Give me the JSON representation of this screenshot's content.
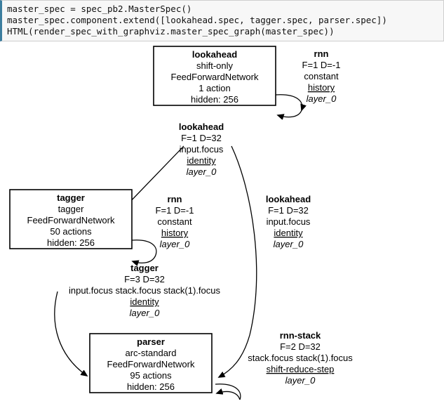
{
  "code_cell": {
    "lines": [
      "master_spec = spec_pb2.MasterSpec()",
      "master_spec.component.extend([lookahead.spec, tagger.spec, parser.spec])",
      "HTML(render_spec_with_graphviz.master_spec_graph(master_spec))"
    ],
    "accent_color": "#3c7d9e",
    "background_color": "#f7f7f7"
  },
  "graph": {
    "nodes": [
      {
        "id": "lookahead",
        "title": "lookahead",
        "lines": [
          "shift-only",
          "FeedForwardNetwork",
          "1 action",
          "hidden: 256"
        ]
      },
      {
        "id": "tagger",
        "title": "tagger",
        "lines": [
          "tagger",
          "FeedForwardNetwork",
          "50 actions",
          "hidden: 256"
        ]
      },
      {
        "id": "parser",
        "title": "parser",
        "lines": [
          "arc-standard",
          "FeedForwardNetwork",
          "95 actions",
          "hidden: 256"
        ]
      }
    ],
    "edge_labels": [
      {
        "id": "lookahead-rnn-self",
        "title": "rnn",
        "dims": "F=1 D=-1",
        "features": "constant",
        "link": "history",
        "layer": "layer_0"
      },
      {
        "id": "lookahead-to-tagger",
        "title": "lookahead",
        "dims": "F=1 D=32",
        "features": "input.focus",
        "link": "identity",
        "layer": "layer_0"
      },
      {
        "id": "lookahead-to-parser",
        "title": "lookahead",
        "dims": "F=1 D=32",
        "features": "input.focus",
        "link": "identity",
        "layer": "layer_0"
      },
      {
        "id": "tagger-rnn-self",
        "title": "rnn",
        "dims": "F=1 D=-1",
        "features": "constant",
        "link": "history",
        "layer": "layer_0"
      },
      {
        "id": "tagger-to-parser",
        "title": "tagger",
        "dims": "F=3 D=32",
        "features": "input.focus stack.focus stack(1).focus",
        "link": "identity",
        "layer": "layer_0"
      },
      {
        "id": "parser-rnn-stack-self",
        "title": "rnn-stack",
        "dims": "F=2 D=32",
        "features": "stack.focus stack(1).focus",
        "link": "shift-reduce-step",
        "layer": "layer_0"
      }
    ]
  }
}
